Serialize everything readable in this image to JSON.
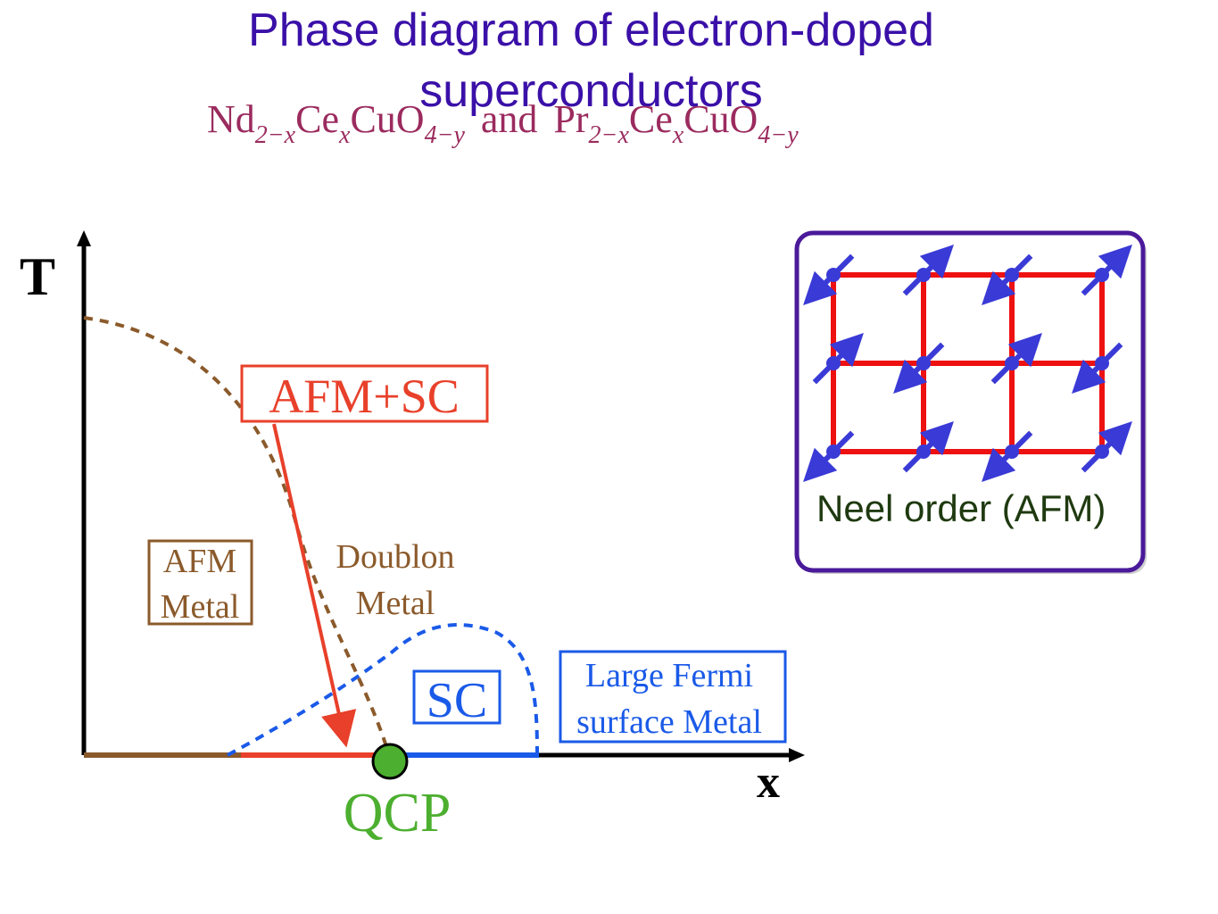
{
  "title": "Phase diagram of electron-doped superconductors",
  "formula": {
    "part1": {
      "el1": "Nd",
      "sub1": "2−x",
      "el2": "Ce",
      "sub2": "x",
      "el3": "CuO",
      "sub3": "4−y"
    },
    "conjunction": "and",
    "part2": {
      "el1": "Pr",
      "sub1": "2−x",
      "el2": "Ce",
      "sub2": "x",
      "el3": "CuO",
      "sub3": "4−y"
    }
  },
  "axes": {
    "y_label": "T",
    "x_label": "x"
  },
  "regions": {
    "afm_metal_line1": "AFM",
    "afm_metal_line2": "Metal",
    "doublon_line1": "Doublon",
    "doublon_line2": "Metal",
    "afm_sc": "AFM+SC",
    "sc": "SC",
    "lfs_line1": "Large Fermi",
    "lfs_line2": "surface Metal"
  },
  "qcp_label": "QCP",
  "inset": {
    "caption": "Neel order (AFM)"
  },
  "colors": {
    "title": "#3a10a8",
    "formula": "#9b2b5e",
    "afm": "#8b5a2b",
    "afm_sc": "#e8402a",
    "sc": "#1a5ae8",
    "qcp": "#4caf2f",
    "lattice": "#ee1111",
    "spin": "#3a3ad6",
    "inset_border": "#4a1a9a",
    "caption": "#1f3a10"
  },
  "icons": {
    "spin_site": "spin-arrow-icon",
    "qcp_marker": "qcp-dot-icon"
  }
}
